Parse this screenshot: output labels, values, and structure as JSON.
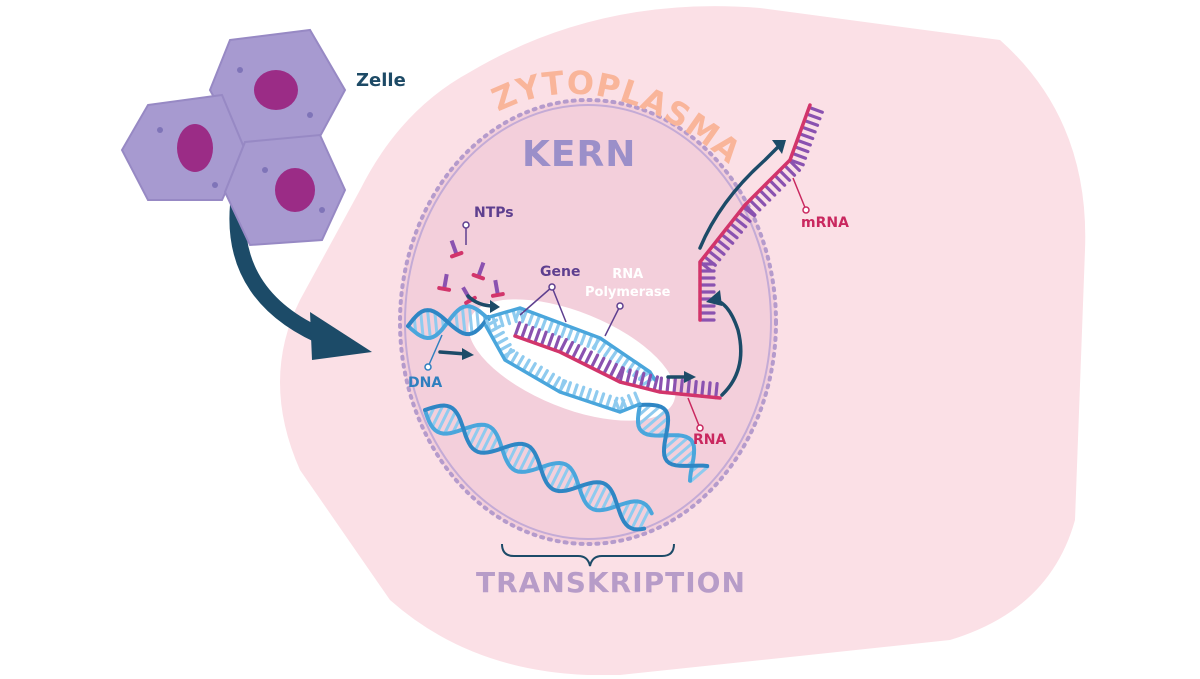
{
  "labels": {
    "zelle": "Zelle",
    "zytoplasma": "ZYTOPLASMA",
    "kern": "KERN",
    "ntps": "NTPs",
    "gene": "Gene",
    "rna_polymerase_line1": "RNA",
    "rna_polymerase_line2": "Polymerase",
    "dna": "DNA",
    "rna": "RNA",
    "mrna": "mRNA",
    "transkription": "TRANSKRIPTION"
  },
  "colors": {
    "cytoplasm": "#fbe0e6",
    "nucleus": "#f3cfdb",
    "nucleus_border": "#b59bcc",
    "dna_blue": "#4aa6dc",
    "rna_magenta": "#d2356b",
    "rna_purple": "#8a52b0",
    "arrow_navy": "#1c4b68",
    "cell_purple": "#a79ad0",
    "cell_nucleus": "#9b2c86"
  }
}
